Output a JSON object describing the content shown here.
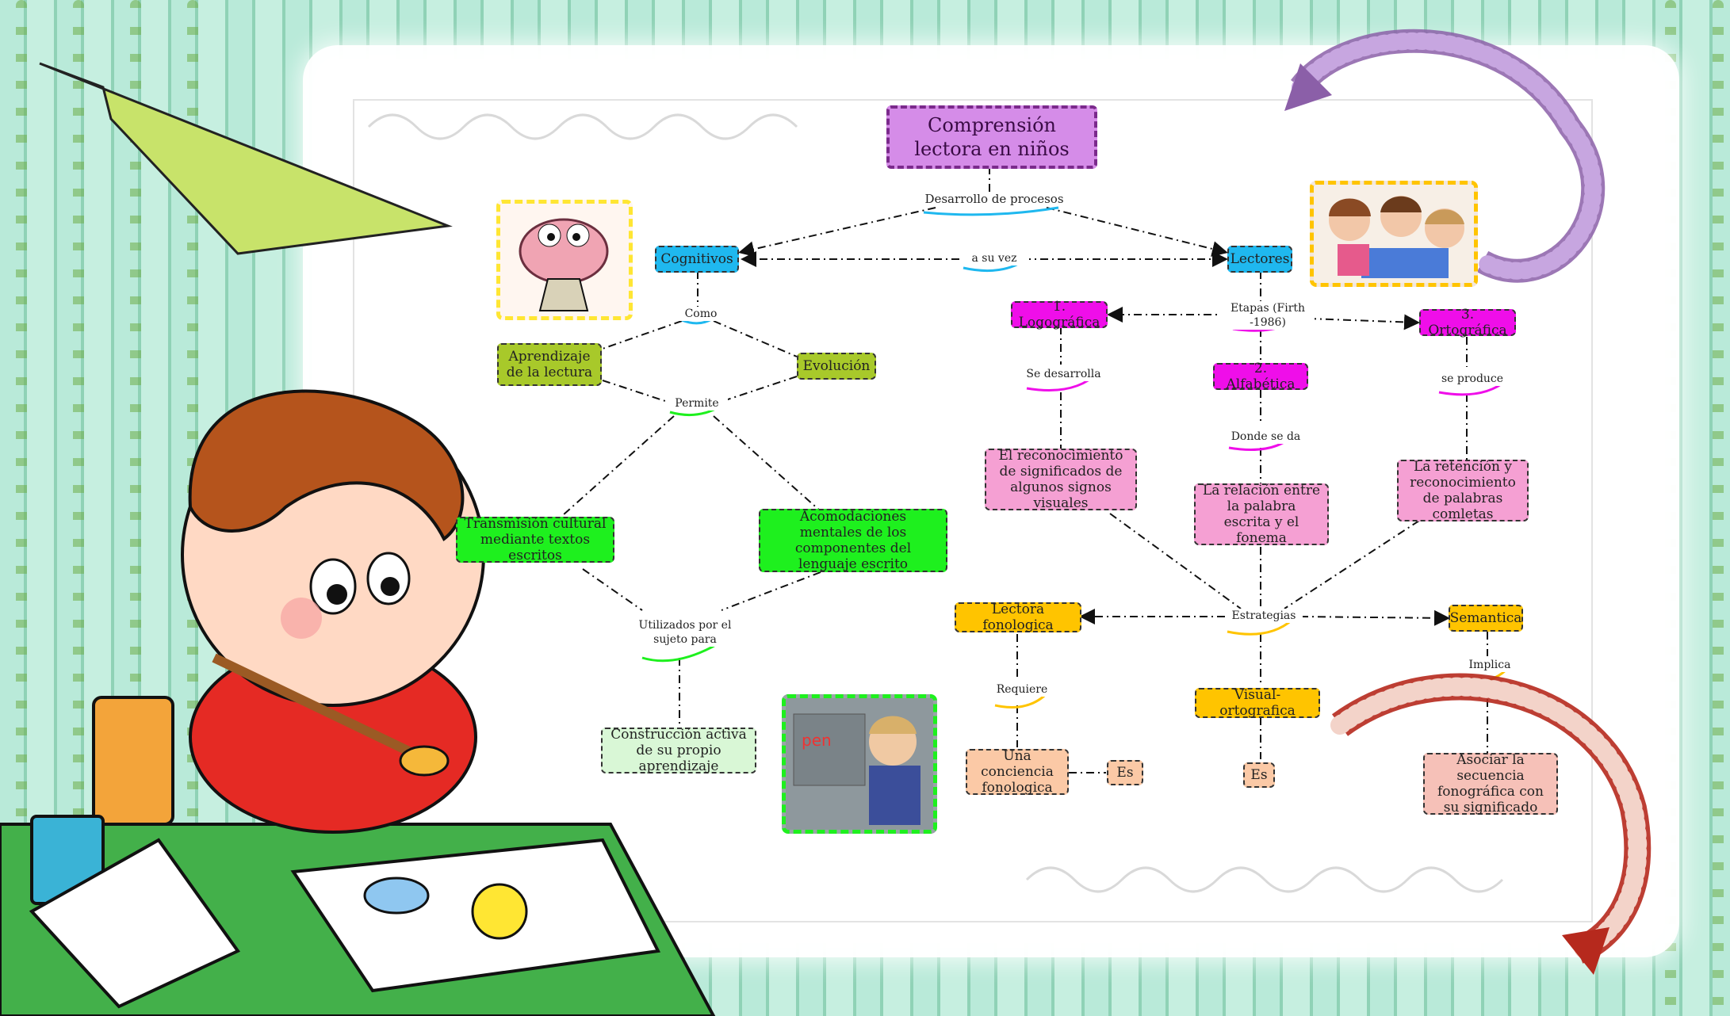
{
  "diagram": {
    "title": "Comprensión lectora en niños",
    "root_link": "Desarrollo de procesos",
    "cognitivos": "Cognitivos",
    "lectores": "Lectores",
    "a_su_vez": "a su vez",
    "como": "Como",
    "aprendizaje": "Aprendizaje de la lectura",
    "evolucion": "Evolución",
    "permite": "Permite",
    "transmision": "Transmisión cultural mediante textos escritos",
    "acomodaciones": "Acomodaciones mentales de los componentes del lenguaje escrito",
    "utilizados": "Utilizados por el sujeto para",
    "construccion": "Construcción activa de su propio aprendizaje",
    "etapas": "Etapas (Firth -1986)",
    "logografica": "1. Logográfica",
    "alfabetica": "2. Alfabética",
    "ortografica": "3. Ortográfica",
    "se_desarrolla": "Se desarrolla",
    "donde_se_da": "Donde se da",
    "se_produce": "se produce",
    "reconocimiento": "El reconocimiento de significados de algunos signos visuales",
    "relacion": "La relación entre la palabra escrita y el fonema",
    "retencion": "La retención y reconocimiento de palabras comletas",
    "estrategias": "Estrategias",
    "fonologica": "Lectora fonologica",
    "visual": "Visual-ortografica",
    "semantica": "Semantica",
    "requiere": "Requiere",
    "implica": "Implica",
    "conciencia": "Una conciencia fonologica",
    "es1": "Es",
    "es2": "Es",
    "asociar": "Asociar la secuencia fonográfica con su significado"
  },
  "colors": {
    "title": "#d58ce8",
    "cognitive": "#1fb8ef",
    "olive": "#a8c92a",
    "green": "#1ef01e",
    "magenta": "#ef0ee9",
    "pink": "#f5a0d3",
    "yellow": "#ffc400",
    "peach": "#fbc9a6"
  },
  "decor": [
    "brain-cartoon-icon",
    "children-reading-photo",
    "child-letters-photo",
    "boy-painting-illustration",
    "polka-dot-arrow-icon"
  ]
}
